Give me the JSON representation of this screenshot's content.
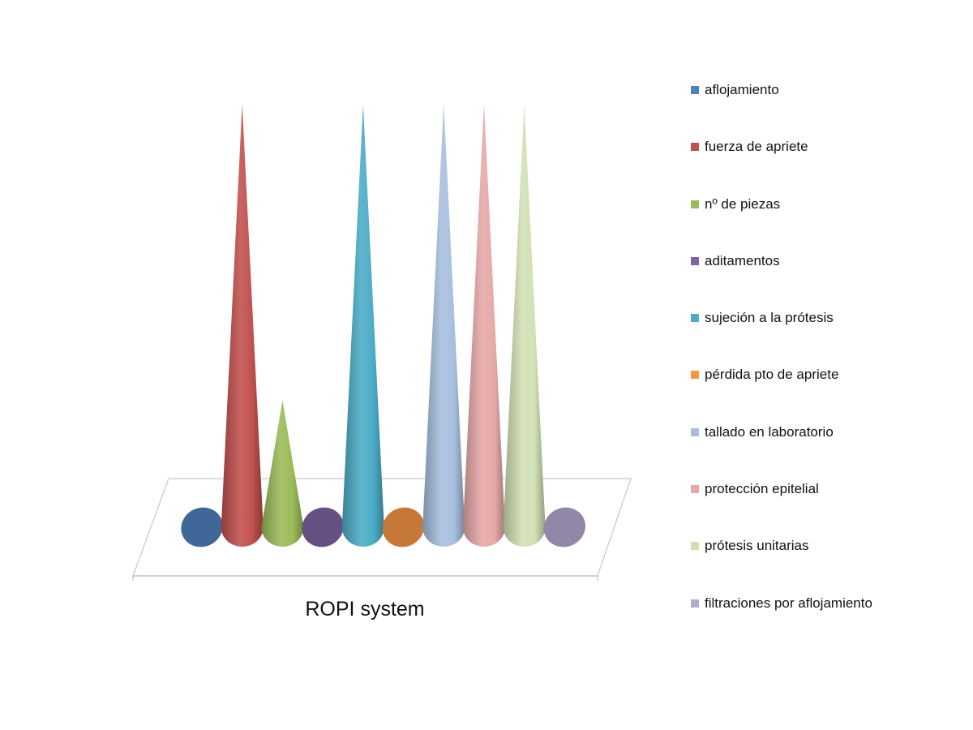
{
  "chart_data": {
    "type": "bar",
    "shape": "3d-cone",
    "categories": [
      "ROPI system"
    ],
    "series": [
      {
        "name": "aflojamiento",
        "values": [
          0
        ],
        "color": "#4F81BD"
      },
      {
        "name": "fuerza de apriete",
        "values": [
          1
        ],
        "color": "#C0504D"
      },
      {
        "name": "nº de piezas",
        "values": [
          0.3
        ],
        "color": "#9BBB59"
      },
      {
        "name": "aditamentos",
        "values": [
          0
        ],
        "color": "#8064A2"
      },
      {
        "name": "sujeción a la prótesis",
        "values": [
          1
        ],
        "color": "#4BACC6"
      },
      {
        "name": "pérdida pto de apriete",
        "values": [
          0
        ],
        "color": "#F79646"
      },
      {
        "name": "tallado en laboratorio",
        "values": [
          1
        ],
        "color": "#A7BFDE"
      },
      {
        "name": "protección epitelial",
        "values": [
          1
        ],
        "color": "#E6A9A8"
      },
      {
        "name": "prótesis unitarias",
        "values": [
          1
        ],
        "color": "#D1E0B4"
      },
      {
        "name": "filtraciones por aflojamiento",
        "values": [
          0
        ],
        "color": "#B7A9CF"
      }
    ],
    "ylim": [
      0,
      1
    ],
    "grid": false,
    "legend_position": "right"
  }
}
